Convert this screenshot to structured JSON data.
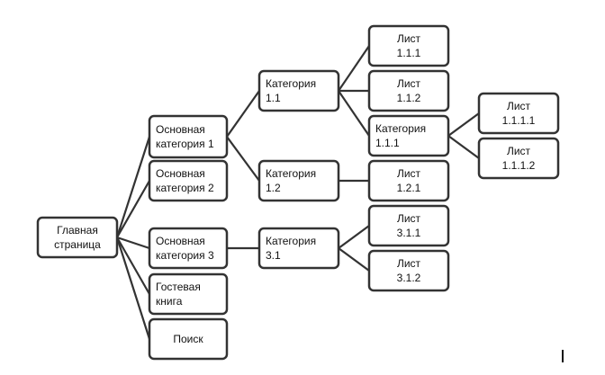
{
  "nodes": [
    {
      "id": "home",
      "lines": [
        "Главная",
        "страница"
      ],
      "align": "center"
    },
    {
      "id": "main1",
      "lines": [
        "Основная",
        "категория 1"
      ],
      "align": "left"
    },
    {
      "id": "main2",
      "lines": [
        "Основная",
        "категория 2"
      ],
      "align": "left"
    },
    {
      "id": "main3",
      "lines": [
        "Основная",
        "категория 3"
      ],
      "align": "left"
    },
    {
      "id": "guestbook",
      "lines": [
        "Гостевая",
        "книга"
      ],
      "align": "left"
    },
    {
      "id": "search",
      "lines": [
        "Поиск"
      ],
      "align": "center"
    },
    {
      "id": "cat11",
      "lines": [
        "Категория",
        "1.1"
      ],
      "align": "left"
    },
    {
      "id": "cat12",
      "lines": [
        "Категория",
        "1.2"
      ],
      "align": "left"
    },
    {
      "id": "cat31",
      "lines": [
        "Категория",
        "3.1"
      ],
      "align": "left"
    },
    {
      "id": "leaf111",
      "lines": [
        "Лист",
        "1.1.1"
      ],
      "align": "center"
    },
    {
      "id": "leaf112",
      "lines": [
        "Лист",
        "1.1.2"
      ],
      "align": "center"
    },
    {
      "id": "cat111",
      "lines": [
        "Категория",
        "1.1.1"
      ],
      "align": "left"
    },
    {
      "id": "leaf121",
      "lines": [
        "Лист",
        "1.2.1"
      ],
      "align": "center"
    },
    {
      "id": "leaf311",
      "lines": [
        "Лист",
        "3.1.1"
      ],
      "align": "center"
    },
    {
      "id": "leaf312",
      "lines": [
        "Лист",
        "3.1.2"
      ],
      "align": "center"
    },
    {
      "id": "leaf1111",
      "lines": [
        "Лист",
        "1.1.1.1"
      ],
      "align": "center"
    },
    {
      "id": "leaf1112",
      "lines": [
        "Лист",
        "1.1.1.2"
      ],
      "align": "center"
    }
  ],
  "edges": [
    [
      "home",
      "main1"
    ],
    [
      "home",
      "main2"
    ],
    [
      "home",
      "main3"
    ],
    [
      "home",
      "guestbook"
    ],
    [
      "home",
      "search"
    ],
    [
      "main1",
      "cat11"
    ],
    [
      "main1",
      "cat12"
    ],
    [
      "main3",
      "cat31"
    ],
    [
      "cat11",
      "leaf111"
    ],
    [
      "cat11",
      "leaf112"
    ],
    [
      "cat11",
      "cat111"
    ],
    [
      "cat12",
      "leaf121"
    ],
    [
      "cat31",
      "leaf311"
    ],
    [
      "cat31",
      "leaf312"
    ],
    [
      "cat111",
      "leaf1111"
    ],
    [
      "cat111",
      "leaf1112"
    ]
  ]
}
